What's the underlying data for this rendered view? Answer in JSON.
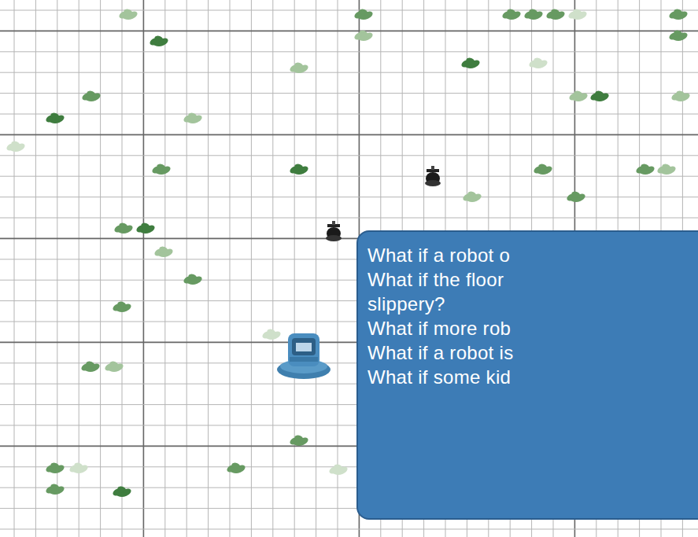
{
  "diagram": {
    "nodes": [
      {
        "text": [
          "What if a robot o",
          "What if the floor",
          "slippery?",
          "What if more rob",
          "What if a robot is",
          "What if some kid"
        ]
      }
    ]
  }
}
